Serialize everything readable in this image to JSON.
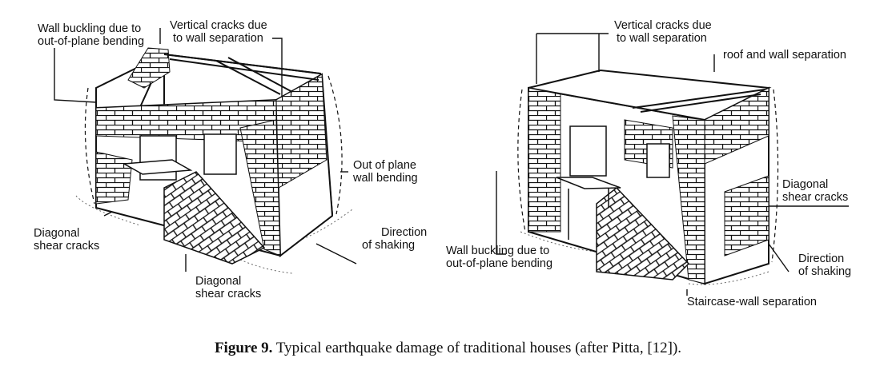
{
  "figure": {
    "number_label": "Figure 9.",
    "caption_text": " Typical earthquake damage of traditional houses (after Pitta, [12])."
  },
  "left_house": {
    "labels": {
      "wall_buckling_1": "Wall buckling due to",
      "wall_buckling_2": "out-of-plane bending",
      "vertical_cracks_1": "Vertical  cracks due",
      "vertical_cracks_2": "to wall separation",
      "out_of_plane_1": "Out of plane",
      "out_of_plane_2": "wall bending",
      "direction_1": "Direction",
      "direction_2": "of shaking",
      "diag_left_1": "Diagonal",
      "diag_left_2": "shear cracks",
      "diag_bottom_1": "Diagonal",
      "diag_bottom_2": "shear cracks"
    }
  },
  "right_house": {
    "labels": {
      "vertical_cracks_1": "Vertical  cracks due",
      "vertical_cracks_2": "to wall separation",
      "roof_wall": "roof and wall separation",
      "diag_1": "Diagonal",
      "diag_2": "shear cracks",
      "wall_buckling_1": "Wall buckling due to",
      "wall_buckling_2": "out-of-plane bending",
      "direction_1": "Direction",
      "direction_2": "of shaking",
      "staircase": "Staircase-wall separation"
    }
  }
}
